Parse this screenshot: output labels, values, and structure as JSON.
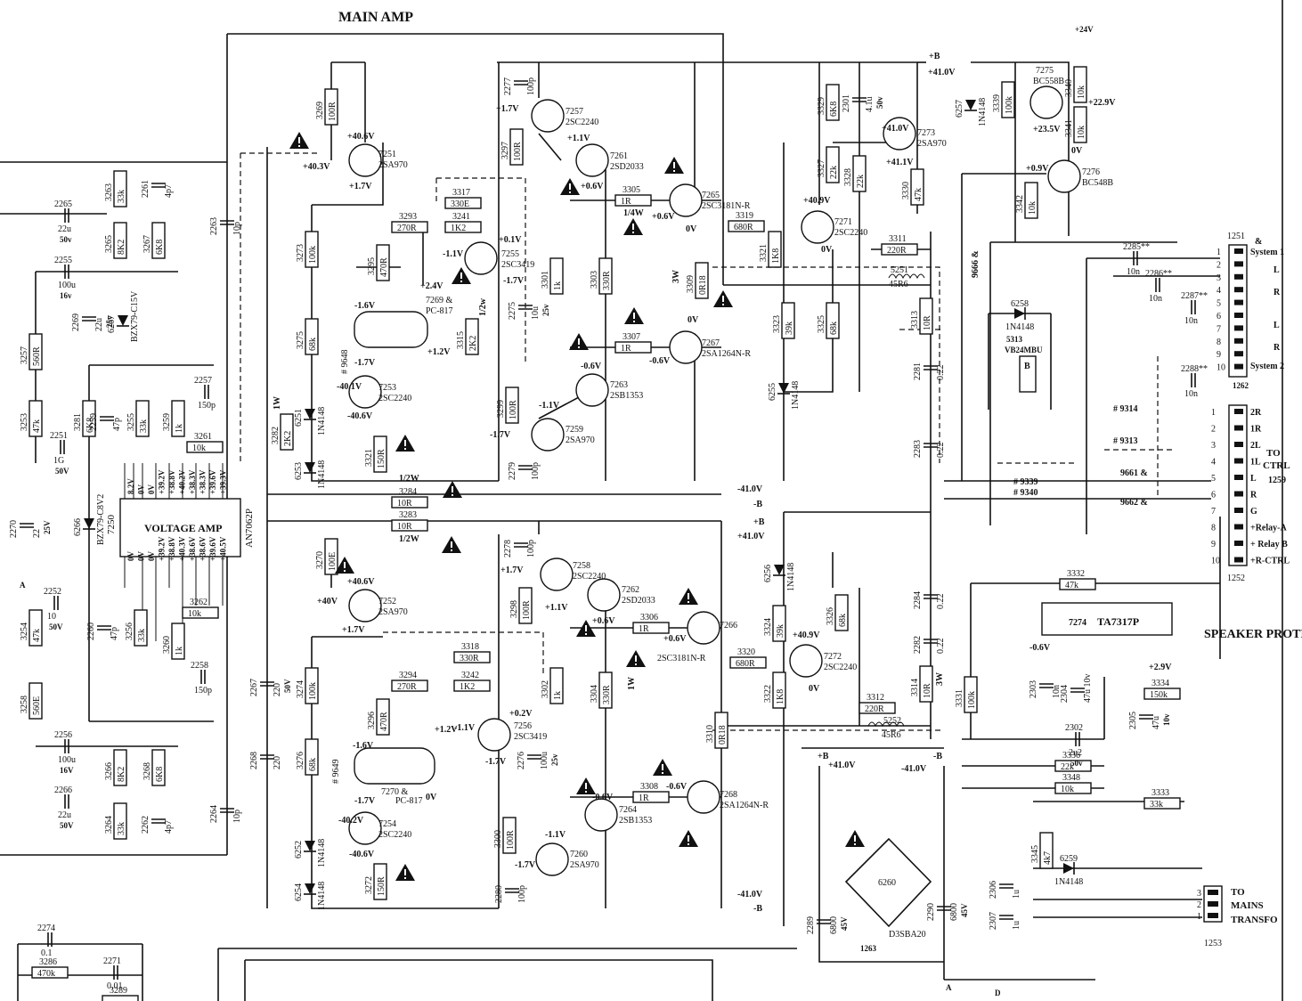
{
  "diagram": {
    "title": "MAIN AMP",
    "sections": {
      "speaker_protector": "SPEAKER PROTECTOR",
      "to_ctrl": [
        "TO",
        "CTRL",
        "1259"
      ],
      "to_mains": [
        "TO",
        "MAINS",
        "TRANSFO"
      ]
    },
    "ics": {
      "voltage_amp": {
        "label": "VOLTAGE AMP",
        "ref": "7250",
        "part": "AN7062P"
      },
      "protector": {
        "ref": "7274",
        "part": "TA7317P"
      }
    },
    "transistors": [
      {
        "ref": "7251",
        "part": "2SA970"
      },
      {
        "ref": "7252",
        "part": "2SA970"
      },
      {
        "ref": "7253",
        "part": "2SC2240"
      },
      {
        "ref": "7254",
        "part": "2SC2240"
      },
      {
        "ref": "7255",
        "part": "2SC3419"
      },
      {
        "ref": "7256",
        "part": "2SC3419"
      },
      {
        "ref": "7257",
        "part": "2SC2240"
      },
      {
        "ref": "7258",
        "part": "2SC2240"
      },
      {
        "ref": "7259",
        "part": "2SA970"
      },
      {
        "ref": "7260",
        "part": "2SA970"
      },
      {
        "ref": "7261",
        "part": "2SD2033"
      },
      {
        "ref": "7262",
        "part": "2SD2033"
      },
      {
        "ref": "7263",
        "part": "2SB1353"
      },
      {
        "ref": "7264",
        "part": "2SB1353"
      },
      {
        "ref": "7265",
        "part": "2SC3181N-R"
      },
      {
        "ref": "7266",
        "part": "2SC3181N-R"
      },
      {
        "ref": "7267",
        "part": "2SA1264N-R"
      },
      {
        "ref": "7268",
        "part": "2SA1264N-R"
      },
      {
        "ref": "7271",
        "part": "2SC2240"
      },
      {
        "ref": "7272",
        "part": "2SC2240"
      },
      {
        "ref": "7273",
        "part": "2SA970"
      },
      {
        "ref": "7275",
        "part": "BC558B"
      },
      {
        "ref": "7276",
        "part": "BC548B"
      }
    ],
    "resistors": [
      {
        "ref": "3269",
        "value": "100R"
      },
      {
        "ref": "3270",
        "value": "100E"
      },
      {
        "ref": "3263",
        "value": "33k"
      },
      {
        "ref": "3265",
        "value": "8K2"
      },
      {
        "ref": "3267",
        "value": "6K8"
      },
      {
        "ref": "3257",
        "value": "560R"
      },
      {
        "ref": "3253",
        "value": "47k"
      },
      {
        "ref": "3281",
        "value": "6K8"
      },
      {
        "ref": "3255",
        "value": "33k"
      },
      {
        "ref": "3259",
        "value": "1k"
      },
      {
        "ref": "3261",
        "value": "10k"
      },
      {
        "ref": "3273",
        "value": "100k"
      },
      {
        "ref": "3275",
        "value": "68k"
      },
      {
        "ref": "3282",
        "value": "2K2"
      },
      {
        "ref": "3293",
        "value": "270R"
      },
      {
        "ref": "3241",
        "value": "1K2"
      },
      {
        "ref": "3317",
        "value": "330E"
      },
      {
        "ref": "3295",
        "value": "470R"
      },
      {
        "ref": "3315",
        "value": "2K2"
      },
      {
        "ref": "3321",
        "value": "150R"
      },
      {
        "ref": "3284",
        "value": "10R"
      },
      {
        "ref": "3283",
        "value": "10R"
      },
      {
        "ref": "3297",
        "value": "100R"
      },
      {
        "ref": "3301",
        "value": "1k"
      },
      {
        "ref": "3303",
        "value": "330R"
      },
      {
        "ref": "3305",
        "value": "1R"
      },
      {
        "ref": "3307",
        "value": "1R"
      },
      {
        "ref": "3299",
        "value": "100R"
      },
      {
        "ref": "3309",
        "value": "0R18"
      },
      {
        "ref": "3319",
        "value": "680R"
      },
      {
        "ref": "3321b",
        "value": "1K8"
      },
      {
        "ref": "3323",
        "value": "39k"
      },
      {
        "ref": "3325",
        "value": "68k"
      },
      {
        "ref": "3327",
        "value": "22k"
      },
      {
        "ref": "3328",
        "value": "22k"
      },
      {
        "ref": "3329",
        "value": "6K8"
      },
      {
        "ref": "3330",
        "value": "47k"
      },
      {
        "ref": "3311",
        "value": "220R"
      },
      {
        "ref": "3313",
        "value": "10R"
      },
      {
        "ref": "3339",
        "value": "100k"
      },
      {
        "ref": "3340",
        "value": "10k"
      },
      {
        "ref": "3341",
        "value": "10k"
      },
      {
        "ref": "3342",
        "value": "10k"
      },
      {
        "ref": "3262",
        "value": "10k"
      },
      {
        "ref": "3254",
        "value": "47k"
      },
      {
        "ref": "3256",
        "value": "33k"
      },
      {
        "ref": "3258",
        "value": "560E"
      },
      {
        "ref": "3260",
        "value": "1k"
      },
      {
        "ref": "3266",
        "value": "8K2"
      },
      {
        "ref": "3268",
        "value": "6K8"
      },
      {
        "ref": "3264",
        "value": "33k"
      },
      {
        "ref": "3274",
        "value": "100k"
      },
      {
        "ref": "3276",
        "value": "68k"
      },
      {
        "ref": "3294",
        "value": "270R"
      },
      {
        "ref": "3242",
        "value": "1K2"
      },
      {
        "ref": "3318",
        "value": "330R"
      },
      {
        "ref": "3296",
        "value": "470R"
      },
      {
        "ref": "3272",
        "value": "150R"
      },
      {
        "ref": "3298",
        "value": "100R"
      },
      {
        "ref": "3302",
        "value": "1k"
      },
      {
        "ref": "3304",
        "value": "330R"
      },
      {
        "ref": "3306",
        "value": "1R"
      },
      {
        "ref": "3308",
        "value": "1R"
      },
      {
        "ref": "3300",
        "value": "100R"
      },
      {
        "ref": "3310",
        "value": "0R18"
      },
      {
        "ref": "3320",
        "value": "680R"
      },
      {
        "ref": "3322",
        "value": "1K8"
      },
      {
        "ref": "3324",
        "value": "39k"
      },
      {
        "ref": "3326",
        "value": "68k"
      },
      {
        "ref": "3312",
        "value": "220R"
      },
      {
        "ref": "3314",
        "value": "10R"
      },
      {
        "ref": "3332",
        "value": "47k"
      },
      {
        "ref": "3331",
        "value": "100k"
      },
      {
        "ref": "3334",
        "value": "150k"
      },
      {
        "ref": "3336",
        "value": "22k"
      },
      {
        "ref": "3348",
        "value": "10k"
      },
      {
        "ref": "3333",
        "value": "33k"
      },
      {
        "ref": "3345",
        "value": "4k7"
      },
      {
        "ref": "3286",
        "value": "470k"
      },
      {
        "ref": "3289",
        "value": ""
      }
    ],
    "capacitors": [
      {
        "ref": "2265",
        "value": "22u",
        "rating": "50v"
      },
      {
        "ref": "2261",
        "value": "4p7"
      },
      {
        "ref": "2263",
        "value": "10p"
      },
      {
        "ref": "2255",
        "value": "100u",
        "rating": "16v"
      },
      {
        "ref": "2269",
        "value": "22u",
        "rating": "25v"
      },
      {
        "ref": "2257",
        "value": "150p"
      },
      {
        "ref": "2259",
        "value": "47p"
      },
      {
        "ref": "2251",
        "value": "1G",
        "rating": "50V"
      },
      {
        "ref": "2270",
        "value": "22",
        "rating": "25V"
      },
      {
        "ref": "2277",
        "value": "100p"
      },
      {
        "ref": "2275",
        "value": "10u",
        "rating": "25v"
      },
      {
        "ref": "2279",
        "value": "100p"
      },
      {
        "ref": "2301",
        "value": "4.1u",
        "rating": "50v"
      },
      {
        "ref": "2281",
        "value": "0.22"
      },
      {
        "ref": "2283",
        "value": "0.22"
      },
      {
        "ref": "2285**",
        "value": "10n"
      },
      {
        "ref": "2286**",
        "value": "10n"
      },
      {
        "ref": "2287**",
        "value": "10n"
      },
      {
        "ref": "2288**",
        "value": "10n"
      },
      {
        "ref": "2252",
        "value": "10",
        "rating": "50V"
      },
      {
        "ref": "2260",
        "value": "47p"
      },
      {
        "ref": "2258",
        "value": "150p"
      },
      {
        "ref": "2267",
        "value": "220",
        "rating": "50V"
      },
      {
        "ref": "2268",
        "value": "220"
      },
      {
        "ref": "2256",
        "value": "100u",
        "rating": "16V"
      },
      {
        "ref": "2266",
        "value": "22u",
        "rating": "50V"
      },
      {
        "ref": "2262",
        "value": "4p7"
      },
      {
        "ref": "2264",
        "value": "10p"
      },
      {
        "ref": "2278",
        "value": "100p"
      },
      {
        "ref": "2276",
        "value": "100u",
        "rating": "25v"
      },
      {
        "ref": "2280",
        "value": "100p"
      },
      {
        "ref": "2284",
        "value": "0.22"
      },
      {
        "ref": "2282",
        "value": "0.22"
      },
      {
        "ref": "2303",
        "value": "10n"
      },
      {
        "ref": "2304",
        "value": "47u 10v"
      },
      {
        "ref": "2305",
        "value": "47u",
        "rating": "10v"
      },
      {
        "ref": "2302",
        "value": "2u2",
        "rating": "50v"
      },
      {
        "ref": "2289",
        "value": "6800",
        "rating": "45V"
      },
      {
        "ref": "2290",
        "value": "6800",
        "rating": "45V"
      },
      {
        "ref": "2306",
        "value": "1u"
      },
      {
        "ref": "2307",
        "value": "1u"
      },
      {
        "ref": "2274",
        "value": "0.1"
      },
      {
        "ref": "2271",
        "value": "0.01"
      }
    ],
    "diodes": [
      {
        "ref": "6251",
        "part": "1N4148"
      },
      {
        "ref": "6253",
        "part": "1N4148"
      },
      {
        "ref": "6252",
        "part": "1N4148"
      },
      {
        "ref": "6254",
        "part": "1N4148"
      },
      {
        "ref": "6255",
        "part": "1N4148"
      },
      {
        "ref": "6256",
        "part": "1N4148"
      },
      {
        "ref": "6257",
        "part": "1N4148"
      },
      {
        "ref": "6258",
        "part": "1N4148"
      },
      {
        "ref": "6259",
        "part": "1N4148"
      },
      {
        "ref": "6266",
        "part": "BZX79-C8V2"
      },
      {
        "ref": "6267",
        "part": "BZX79-C15V"
      },
      {
        "ref": "6260",
        "part": "D3SBA20"
      }
    ],
    "optocouplers": [
      {
        "ref": "7269 &",
        "part": "PC-817",
        "tag": "# 9648"
      },
      {
        "ref": "7270 &",
        "part": "PC-817",
        "tag": "# 9649"
      }
    ],
    "relay": {
      "ref": "5313",
      "part": "VB24MBU",
      "letter": "B"
    },
    "coils": [
      {
        "ref": "5251",
        "value": "45R6"
      },
      {
        "ref": "5252",
        "value": "45R6"
      }
    ],
    "rails": {
      "pos_b": "+B",
      "pos_b_volt": "+41.0V",
      "neg_b": "-B",
      "neg_b_volt": "-41.0V",
      "plus24": "+24V",
      "gnd_a": "A",
      "gnd_d": "D"
    },
    "voltages": {
      "v7251_e": "+40.6V",
      "v7251_c": "+40.3V",
      "v7251_b": "+1.7V",
      "v7255_c": "+0.1V",
      "v7255_b": "-1.1V",
      "v7255_e": "-1.7V",
      "v7257_b": "+1.7V",
      "v7261_b": "+1.1V",
      "v7261_e": "+0.6V",
      "v7265_e": "+0.6V",
      "v7265_ov": "0V",
      "v7267_ov": "0V",
      "v7267_b": "-0.6V",
      "v7263_b": "-0.6V",
      "v7259_b": "-1.1V",
      "v7259_e": "-1.7V",
      "v7253_b": "-40.1V",
      "v7253_e": "-40.6V",
      "v7271_b": "+40.9V",
      "v7271_e": "0V",
      "v7273_b": "+41.0V",
      "v7273_c": "+41.1V",
      "v7275_e": "+23.5V",
      "v7275_c": "+22.9V",
      "v7276_b": "+0.9V",
      "v7276_e": "0V",
      "v_opto1_a": "-1.6V",
      "v_opto1_b": "-1.7V",
      "v_opto1_c": "+2.4V",
      "v_opto1_d": "+1.2V",
      "v7252_e": "+40.6V",
      "v7252_c": "+40V",
      "v7252_b": "+1.7V",
      "v7256_c": "+0.2V",
      "v7256_b": "-1.1V",
      "v7256_e": "-1.7V",
      "v7258_b": "+1.7V",
      "v7262_b": "+1.1V",
      "v7262_e": "+0.6V",
      "v7266_e": "+0.6V",
      "v7268_b": "-0.6V",
      "v7264_b": "-0.6V",
      "v7260_b": "-1.1V",
      "v7260_e": "-1.7V",
      "v7254_b": "-40.2V",
      "v7254_e": "-40.6V",
      "v7272_b": "+40.9V",
      "v7272_e": "0V",
      "v_opto2_a": "-1.6V",
      "v_opto2_b": "-1.7V",
      "v_opto2_c": "+1.2V",
      "v_opto2_d": "0V",
      "v7274_in": "-0.6V",
      "v7274_out": "+2.9V",
      "v_ic_pins_top": [
        "8.2V",
        "0V",
        "0V",
        "+39.2V",
        "+38.8V",
        "+40.2V",
        "+38.3V",
        "+38.3V",
        "+39.6V",
        "+39.3V"
      ],
      "v_ic_pins_bot": [
        "0V",
        "0V",
        "0V",
        "+39.2V",
        "+38.8V",
        "+40.3V",
        "+38.6V",
        "+38.6V",
        "+39.6V",
        "+40.5V"
      ]
    },
    "ratings": {
      "w1": "1/2W",
      "w2": "1/2W",
      "w3": "1W",
      "w4": "1/4W",
      "w5": "3W",
      "w6": "1W",
      "w7": "1/2w",
      "w8": "3W"
    },
    "connector_1251": {
      "ref": "1251",
      "pins": [
        "1",
        "2",
        "3",
        "4",
        "5",
        "6",
        "7",
        "8",
        "9",
        "10"
      ],
      "labels": [
        "&",
        "System 1",
        "L",
        "R",
        "L",
        "R",
        "System 2"
      ]
    },
    "connector_1252": {
      "ref": "1252",
      "pins": [
        "1",
        "2",
        "3",
        "4",
        "5",
        "6",
        "7",
        "8",
        "9",
        "10"
      ],
      "labels": [
        "2R",
        "1R",
        "2L",
        "1L",
        "L",
        "R",
        "G",
        "+Relay-A",
        "+ Relay B",
        "+R-CTRL"
      ]
    },
    "connector_1253": {
      "ref": "1253",
      "pins": [
        "3",
        "2",
        "1"
      ]
    },
    "connector_1262": "1262",
    "connector_1263": "1263",
    "jumpers": [
      "9666 &",
      "# 9314",
      "# 9313",
      "# 9339",
      "# 9340",
      "9661 &",
      "9662 &"
    ]
  }
}
